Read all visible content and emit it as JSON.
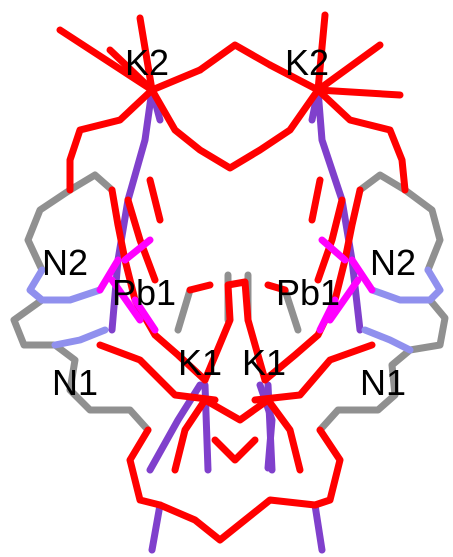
{
  "labels": {
    "k2_left": "K2",
    "k2_right": "K2",
    "n2_left": "N2",
    "n2_right": "N2",
    "pb1_left": "Pb1",
    "pb1_right": "Pb1",
    "k1_left": "K1",
    "k1_right": "K1",
    "n1_left": "N1",
    "n1_right": "N1"
  },
  "colors": {
    "oxygen": "#ff0000",
    "carbon": "#909090",
    "nitrogen": "#9090ee",
    "potassium": "#8040cc",
    "lead": "#ff00ff",
    "label": "#000000",
    "background": "#ffffff"
  }
}
